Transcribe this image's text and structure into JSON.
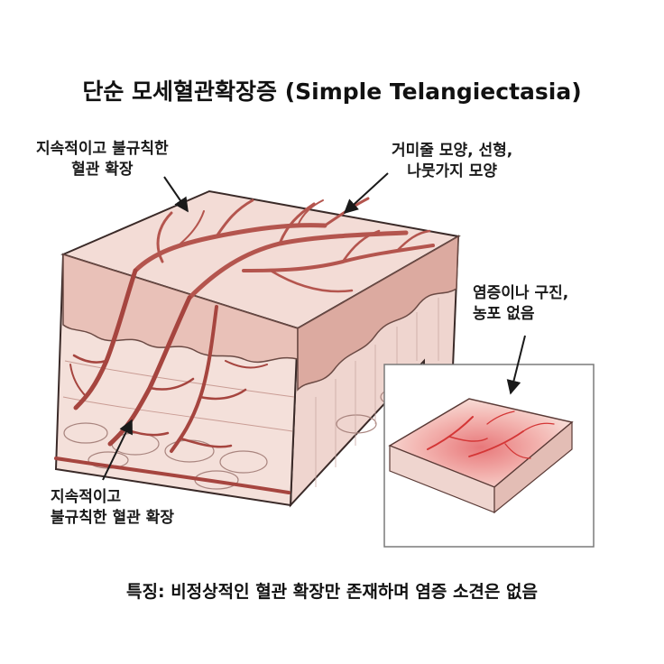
{
  "title": "단순 모세혈관확장증 (Simple Telangiectasia)",
  "labels": {
    "top_left": [
      "지속적이고 불규칙한",
      "혈관 확장"
    ],
    "top_right": [
      "거미줄 모양, 선형,",
      "나뭇가지 모양"
    ],
    "right": [
      "염증이나 구진,",
      "농포 없음"
    ],
    "bottom_left": [
      "지속적이고",
      "불규칙한 혈관 확장"
    ]
  },
  "caption": "특징: 비정상적인 혈관 확장만 존재하며 염증 소견은 없음",
  "colors": {
    "skin": "#f3dcd6",
    "skin_dark": "#dcaaa0",
    "vessel": "#b4554e",
    "vessel_dark": "#7e2f2a",
    "inset_red": "#e7484a"
  }
}
